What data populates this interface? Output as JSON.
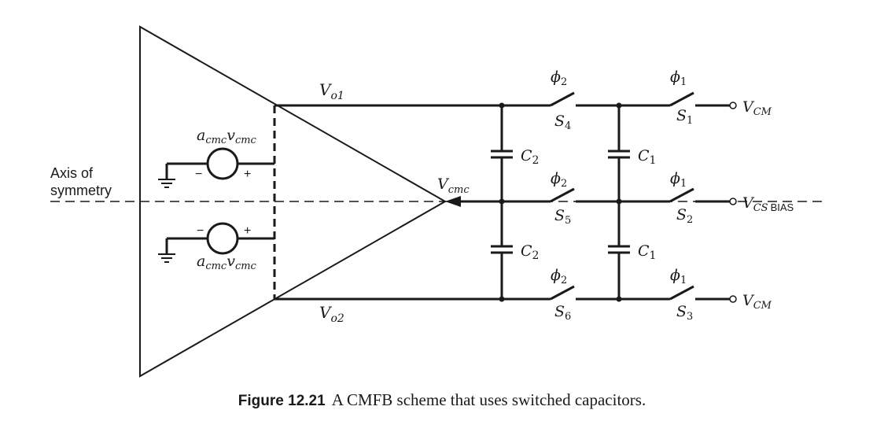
{
  "axis_label": {
    "line1": "Axis of",
    "line2": "symmetry"
  },
  "nodes": {
    "vo1": {
      "base": "V",
      "sub": "o1"
    },
    "vo2": {
      "base": "V",
      "sub": "o2"
    },
    "vcmc": {
      "base": "V",
      "sub": "cmc"
    }
  },
  "sources": {
    "gain_label": {
      "a": "a",
      "a_sub": "cmc",
      "v": "v",
      "v_sub": "cmc"
    },
    "minus": "−",
    "plus": "+"
  },
  "capacitors": {
    "c2": {
      "base": "C",
      "sub": "2"
    },
    "c1": {
      "base": "C",
      "sub": "1"
    }
  },
  "phases": {
    "phi2": {
      "base": "ϕ",
      "sub": "2"
    },
    "phi1": {
      "base": "ϕ",
      "sub": "1"
    }
  },
  "switches": {
    "s1": {
      "base": "S",
      "sub": "1"
    },
    "s2": {
      "base": "S",
      "sub": "2"
    },
    "s3": {
      "base": "S",
      "sub": "3"
    },
    "s4": {
      "base": "S",
      "sub": "4"
    },
    "s5": {
      "base": "S",
      "sub": "5"
    },
    "s6": {
      "base": "S",
      "sub": "6"
    }
  },
  "terminals": {
    "vcm_top": {
      "base": "V",
      "sub": "CM"
    },
    "vcs_bias": {
      "base": "V",
      "sub": "CS",
      "extra": "BIAS"
    },
    "vcm_bottom": {
      "base": "V",
      "sub": "CM"
    }
  },
  "caption": {
    "label": "Figure 12.21",
    "text": "A CMFB scheme that uses switched capacitors."
  }
}
